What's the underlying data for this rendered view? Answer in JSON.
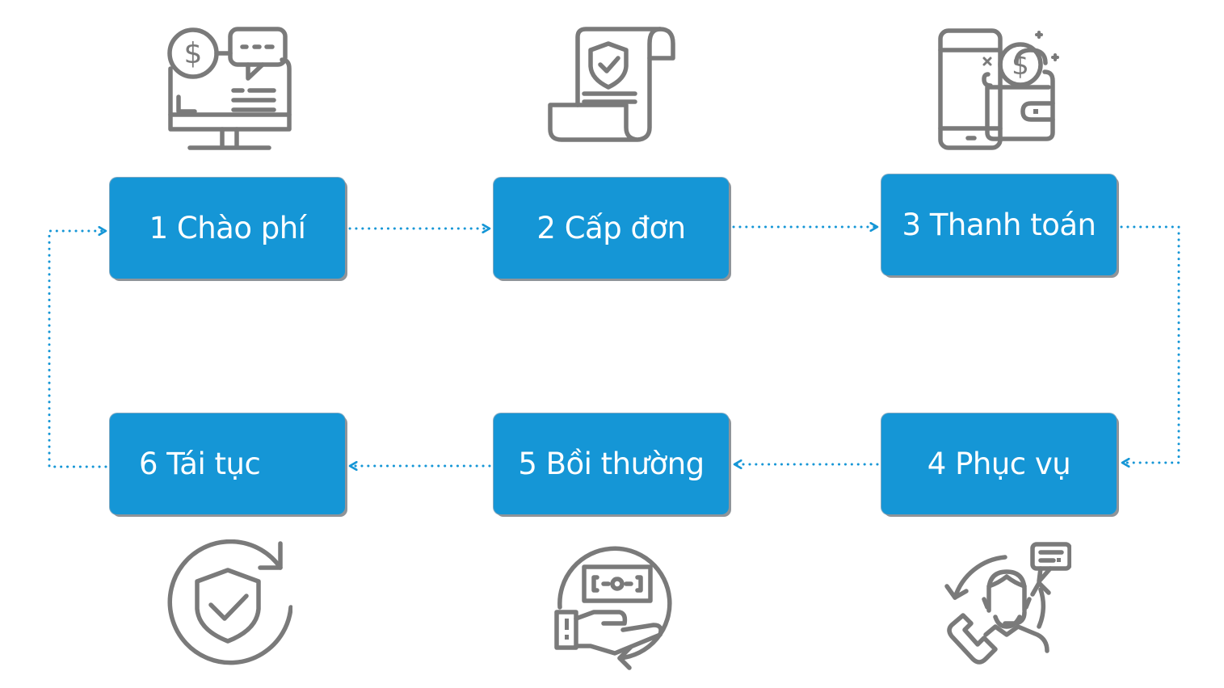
{
  "diagram": {
    "type": "cycle-process",
    "accent_color": "#1596d6",
    "connector_color": "#1596d6",
    "icon_color": "#7a7a7a",
    "steps": [
      {
        "number": "1",
        "label": "1 Chào phí",
        "icon": "computer-dollar-chat-icon"
      },
      {
        "number": "2",
        "label": "2 Cấp đơn",
        "icon": "policy-scroll-shield-icon"
      },
      {
        "number": "3",
        "label": "3 Thanh toán",
        "icon": "phone-wallet-coin-icon"
      },
      {
        "number": "4",
        "label": "4 Phục vụ",
        "icon": "customer-service-agent-icon"
      },
      {
        "number": "5",
        "label": "5 Bồi thường",
        "icon": "hand-money-refund-icon"
      },
      {
        "number": "6",
        "label": "6 Tái tục",
        "icon": "shield-renewal-icon"
      }
    ],
    "connectors": [
      {
        "from": "1",
        "to": "2",
        "style": "dotted-arrow"
      },
      {
        "from": "2",
        "to": "3",
        "style": "dotted-arrow"
      },
      {
        "from": "3",
        "to": "4",
        "style": "dotted-arrow"
      },
      {
        "from": "4",
        "to": "5",
        "style": "dotted-arrow"
      },
      {
        "from": "5",
        "to": "6",
        "style": "dotted-arrow"
      },
      {
        "from": "6",
        "to": "1",
        "style": "dotted-arrow"
      }
    ]
  }
}
